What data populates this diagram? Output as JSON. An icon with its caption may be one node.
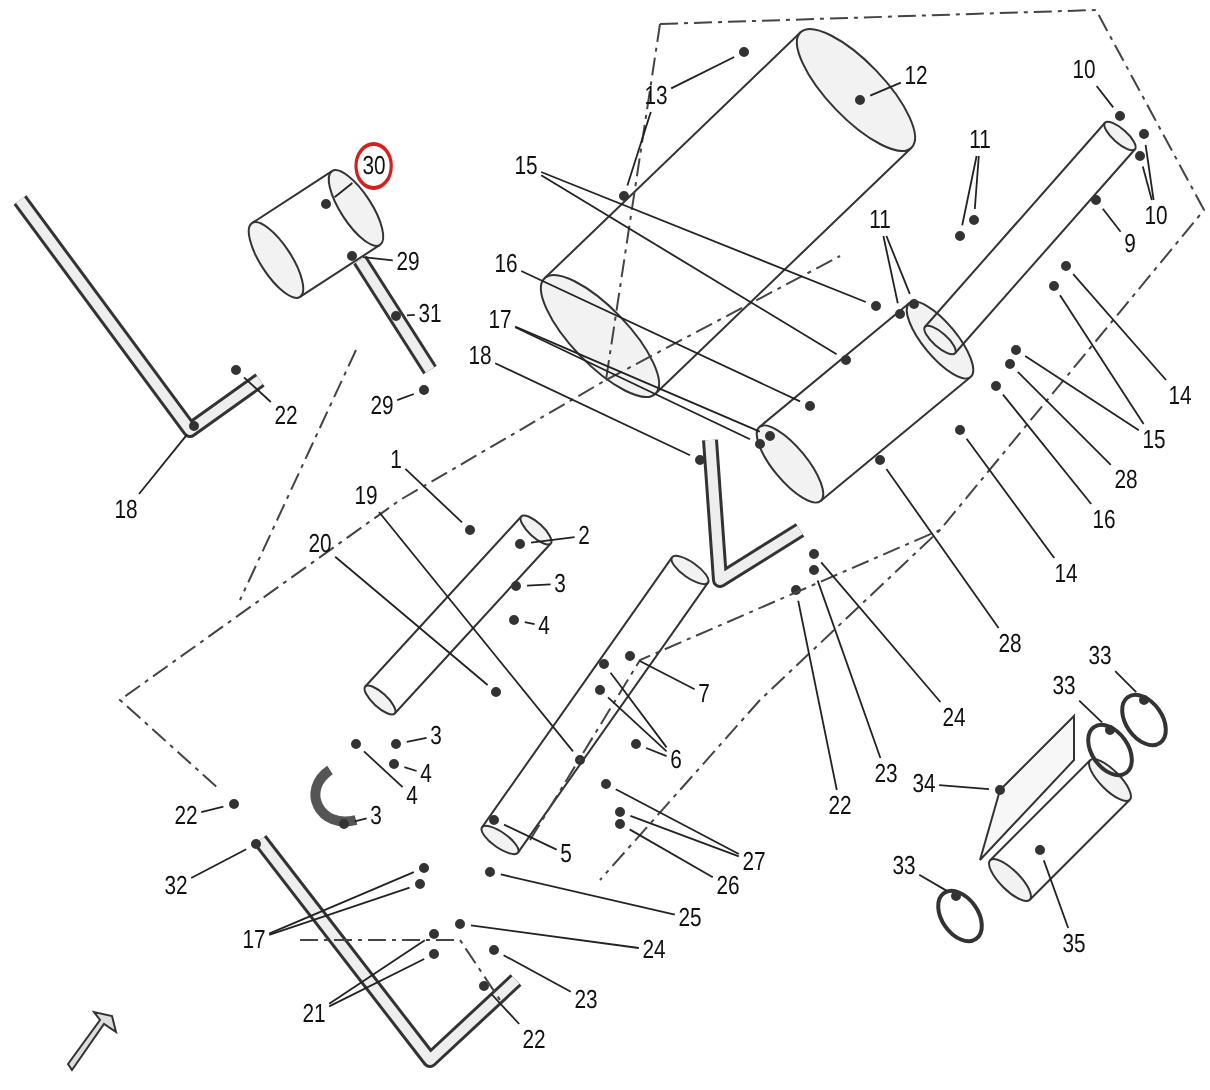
{
  "diagram": {
    "nodes": [
      {
        "text": [
          "30"
        ]
      },
      {
        "text": [
          "29"
        ]
      },
      {
        "text": [
          "31"
        ]
      },
      {
        "text": [
          "29"
        ]
      },
      {
        "text": [
          "22"
        ]
      },
      {
        "text": [
          "18"
        ]
      },
      {
        "text": [
          "13"
        ]
      },
      {
        "text": [
          "12"
        ]
      },
      {
        "text": [
          "10"
        ]
      },
      {
        "text": [
          "10"
        ]
      },
      {
        "text": [
          "11"
        ]
      },
      {
        "text": [
          "11"
        ]
      },
      {
        "text": [
          "15"
        ]
      },
      {
        "text": [
          "9"
        ]
      },
      {
        "text": [
          "14"
        ]
      },
      {
        "text": [
          "15"
        ]
      },
      {
        "text": [
          "28"
        ]
      },
      {
        "text": [
          "16"
        ]
      },
      {
        "text": [
          "16"
        ]
      },
      {
        "text": [
          "17"
        ]
      },
      {
        "text": [
          "18"
        ]
      },
      {
        "text": [
          "1"
        ]
      },
      {
        "text": [
          "2"
        ]
      },
      {
        "text": [
          "3"
        ]
      },
      {
        "text": [
          "4"
        ]
      },
      {
        "text": [
          "19"
        ]
      },
      {
        "text": [
          "20"
        ]
      },
      {
        "text": [
          "3"
        ]
      },
      {
        "text": [
          "4"
        ]
      },
      {
        "text": [
          "4"
        ]
      },
      {
        "text": [
          "3"
        ]
      },
      {
        "text": [
          "7"
        ]
      },
      {
        "text": [
          "6"
        ]
      },
      {
        "text": [
          "5"
        ]
      },
      {
        "text": [
          "14"
        ]
      },
      {
        "text": [
          "28"
        ]
      },
      {
        "text": [
          "24"
        ]
      },
      {
        "text": [
          "23"
        ]
      },
      {
        "text": [
          "22"
        ]
      },
      {
        "text": [
          "27"
        ]
      },
      {
        "text": [
          "26"
        ]
      },
      {
        "text": [
          "25"
        ]
      },
      {
        "text": [
          "24"
        ]
      },
      {
        "text": [
          "23"
        ]
      },
      {
        "text": [
          "22"
        ]
      },
      {
        "text": [
          "21"
        ]
      },
      {
        "text": [
          "17"
        ]
      },
      {
        "text": [
          "22"
        ]
      },
      {
        "text": [
          "32"
        ]
      },
      {
        "text": [
          "33"
        ]
      },
      {
        "text": [
          "33"
        ]
      },
      {
        "text": [
          "34"
        ]
      },
      {
        "text": [
          "35"
        ]
      },
      {
        "text": [
          "33"
        ]
      }
    ],
    "edges": [
      {
        "from": 0,
        "to": null,
        "arrow": "none"
      },
      {
        "from": 1,
        "to": null,
        "arrow": "none"
      },
      {
        "from": 2,
        "to": null,
        "arrow": "none"
      },
      {
        "from": 3,
        "to": null,
        "arrow": "none"
      },
      {
        "from": 4,
        "to": null,
        "arrow": "none"
      },
      {
        "from": 5,
        "to": null,
        "arrow": "none"
      },
      {
        "from": 6,
        "to": null,
        "arrow": "none"
      },
      {
        "from": 6,
        "to": null,
        "arrow": "none"
      },
      {
        "from": 7,
        "to": null,
        "arrow": "none"
      },
      {
        "from": 8,
        "to": null,
        "arrow": "none"
      },
      {
        "from": 9,
        "to": null,
        "arrow": "none"
      },
      {
        "from": 9,
        "to": null,
        "arrow": "none"
      },
      {
        "from": 10,
        "to": null,
        "arrow": "none"
      },
      {
        "from": 10,
        "to": null,
        "arrow": "none"
      },
      {
        "from": 11,
        "to": null,
        "arrow": "none"
      },
      {
        "from": 11,
        "to": null,
        "arrow": "none"
      },
      {
        "from": 12,
        "to": null,
        "arrow": "none"
      },
      {
        "from": 12,
        "to": null,
        "arrow": "none"
      },
      {
        "from": 13,
        "to": null,
        "arrow": "none"
      },
      {
        "from": 14,
        "to": null,
        "arrow": "none"
      },
      {
        "from": 15,
        "to": null,
        "arrow": "none"
      },
      {
        "from": 15,
        "to": null,
        "arrow": "none"
      },
      {
        "from": 16,
        "to": null,
        "arrow": "none"
      },
      {
        "from": 17,
        "to": null,
        "arrow": "none"
      },
      {
        "from": 18,
        "to": null,
        "arrow": "none"
      },
      {
        "from": 19,
        "to": null,
        "arrow": "none"
      },
      {
        "from": 19,
        "to": null,
        "arrow": "none"
      },
      {
        "from": 20,
        "to": null,
        "arrow": "none"
      },
      {
        "from": 21,
        "to": null,
        "arrow": "none"
      },
      {
        "from": 22,
        "to": null,
        "arrow": "none"
      },
      {
        "from": 23,
        "to": null,
        "arrow": "none"
      },
      {
        "from": 24,
        "to": null,
        "arrow": "none"
      },
      {
        "from": 25,
        "to": null,
        "arrow": "none"
      },
      {
        "from": 26,
        "to": null,
        "arrow": "none"
      },
      {
        "from": 27,
        "to": null,
        "arrow": "none"
      },
      {
        "from": 28,
        "to": null,
        "arrow": "none"
      },
      {
        "from": 29,
        "to": null,
        "arrow": "none"
      },
      {
        "from": 30,
        "to": null,
        "arrow": "none"
      },
      {
        "from": 31,
        "to": null,
        "arrow": "none"
      },
      {
        "from": 32,
        "to": null,
        "arrow": "none"
      },
      {
        "from": 32,
        "to": null,
        "arrow": "none"
      },
      {
        "from": 32,
        "to": null,
        "arrow": "none"
      },
      {
        "from": 33,
        "to": null,
        "arrow": "none"
      },
      {
        "from": 34,
        "to": null,
        "arrow": "none"
      },
      {
        "from": 35,
        "to": null,
        "arrow": "none"
      },
      {
        "from": 36,
        "to": null,
        "arrow": "none"
      },
      {
        "from": 37,
        "to": null,
        "arrow": "none"
      },
      {
        "from": 38,
        "to": null,
        "arrow": "none"
      },
      {
        "from": 39,
        "to": null,
        "arrow": "none"
      },
      {
        "from": 39,
        "to": null,
        "arrow": "none"
      },
      {
        "from": 40,
        "to": null,
        "arrow": "none"
      },
      {
        "from": 41,
        "to": null,
        "arrow": "none"
      },
      {
        "from": 42,
        "to": null,
        "arrow": "none"
      },
      {
        "from": 43,
        "to": null,
        "arrow": "none"
      },
      {
        "from": 44,
        "to": null,
        "arrow": "none"
      },
      {
        "from": 45,
        "to": null,
        "arrow": "none"
      },
      {
        "from": 45,
        "to": null,
        "arrow": "none"
      },
      {
        "from": 46,
        "to": null,
        "arrow": "none"
      },
      {
        "from": 46,
        "to": null,
        "arrow": "none"
      },
      {
        "from": 47,
        "to": null,
        "arrow": "none"
      },
      {
        "from": 48,
        "to": null,
        "arrow": "none"
      },
      {
        "from": 49,
        "to": null,
        "arrow": "none"
      },
      {
        "from": 50,
        "to": null,
        "arrow": "none"
      },
      {
        "from": 51,
        "to": null,
        "arrow": "none"
      },
      {
        "from": 52,
        "to": null,
        "arrow": "none"
      },
      {
        "from": 53,
        "to": null,
        "arrow": "none"
      }
    ]
  }
}
